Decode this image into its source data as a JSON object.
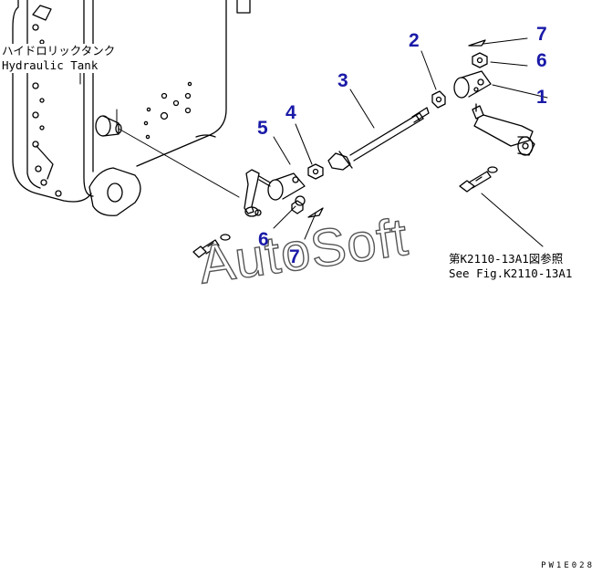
{
  "accent_color": "#1a1aa8",
  "labels": {
    "tank_label_jp": "ハイドロリックタンク",
    "tank_label_en": "Hydraulic Tank",
    "reference_jp": "第K2110-13A1図参照",
    "reference_en": "See Fig.K2110-13A1"
  },
  "callouts": [
    {
      "id": "c1",
      "number": "1"
    },
    {
      "id": "c2",
      "number": "2"
    },
    {
      "id": "c3",
      "number": "3"
    },
    {
      "id": "c4",
      "number": "4"
    },
    {
      "id": "c5",
      "number": "5"
    },
    {
      "id": "c6a",
      "number": "6"
    },
    {
      "id": "c6b",
      "number": "6"
    },
    {
      "id": "c7a",
      "number": "7"
    },
    {
      "id": "c7b",
      "number": "7"
    }
  ],
  "watermark": "AutoSoft",
  "figure_code": "PW1E028"
}
